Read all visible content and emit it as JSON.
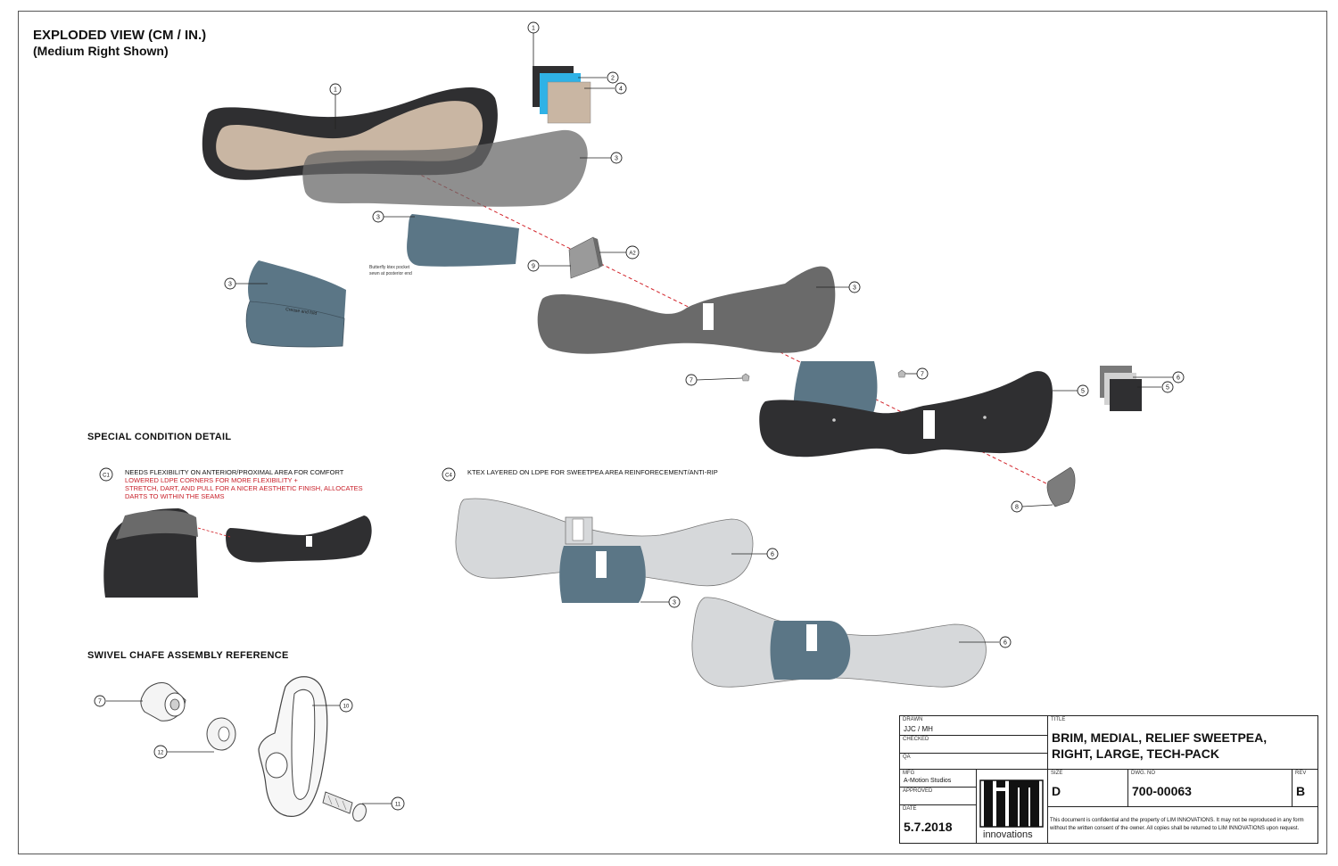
{
  "headings": {
    "main_title": "EXPLODED VIEW (CM / IN.)",
    "main_subtitle": "(Medium Right Shown)",
    "special_condition": "SPECIAL CONDITION DETAIL",
    "swivel_chafe": "SWIVEL CHAFE ASSEMBLY REFERENCE"
  },
  "callouts": [
    "1",
    "1",
    "2",
    "4",
    "3",
    "3",
    "3",
    "9",
    "A2",
    "3",
    "7",
    "7",
    "5",
    "6",
    "5",
    "8",
    "C1",
    "C4",
    "6",
    "3",
    "6",
    "7",
    "10",
    "12",
    "11"
  ],
  "notes": {
    "butterfly_1": "Butterfly ktex pocket",
    "butterfly_2": "sewn at posterior end",
    "crease": "Crease and fold",
    "c1_line1": "NEEDS FLEXIBILITY ON ANTERIOR/PROXIMAL AREA FOR COMFORT",
    "c1_line2": "LOWERED LDPE CORNERS FOR MORE FLEXIBILITY +",
    "c1_line3": "STRETCH, DART, AND PULL FOR A NICER AESTHETIC FINISH, ALLOCATES",
    "c1_line4": "DARTS TO WITHIN THE SEAMS",
    "c4_line1": "KTEX LAYERED ON LDPE FOR SWEETPEA  AREA REINFORECEMENT/ANTI-RIP"
  },
  "colors": {
    "dark_shell": "#2f2f31",
    "tan_liner": "#c9b6a3",
    "gray_shell": "#6a6a6a",
    "blue_gray": "#5b7686",
    "cyan": "#2fb2e6",
    "light_gray": "#d6d8da",
    "red_note": "#c8202a"
  },
  "title_block": {
    "drawn_label": "DRAWN",
    "drawn_value": "JJC / MH",
    "checked_label": "CHECKED",
    "qa_label": "QA",
    "mfg_label": "MFG",
    "mfg_value": "A-Motion Studios",
    "approved_label": "APPROVED",
    "date_label": "DATE",
    "date_value": "5.7.2018",
    "logo_word": "innovations",
    "title_label": "TITLE",
    "title_line1": "BRIM, MEDIAL, RELIEF SWEETPEA,",
    "title_line2": "RIGHT, LARGE, TECH-PACK",
    "size_label": "SIZE",
    "size_value": "D",
    "dwg_label": "DWG. NO",
    "dwg_value": "700-00063",
    "rev_label": "REV",
    "rev_value": "B",
    "disclaimer_1": "This document is confidential and the property of LIM INNOVATIONS.  It may not be reproduced in any form",
    "disclaimer_2": "without the written consent of the owner.  All copies shall be returned to LIM INNOVATIONS upon request."
  }
}
